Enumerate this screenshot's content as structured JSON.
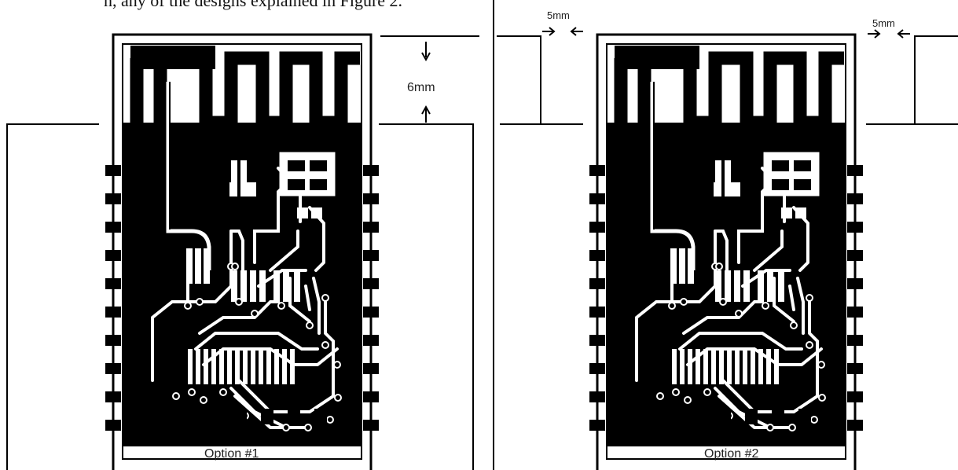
{
  "caption_fragment": "n, any of the designs explained in Figure 2.",
  "option1": {
    "label": "Option #1",
    "dimension_label": "6mm"
  },
  "option2": {
    "label": "Option #2",
    "left_gap_label": "5mm",
    "right_gap_label": "5mm"
  },
  "colors": {
    "copper_fill": "#000000",
    "background": "#ffffff",
    "line": "#000000"
  }
}
